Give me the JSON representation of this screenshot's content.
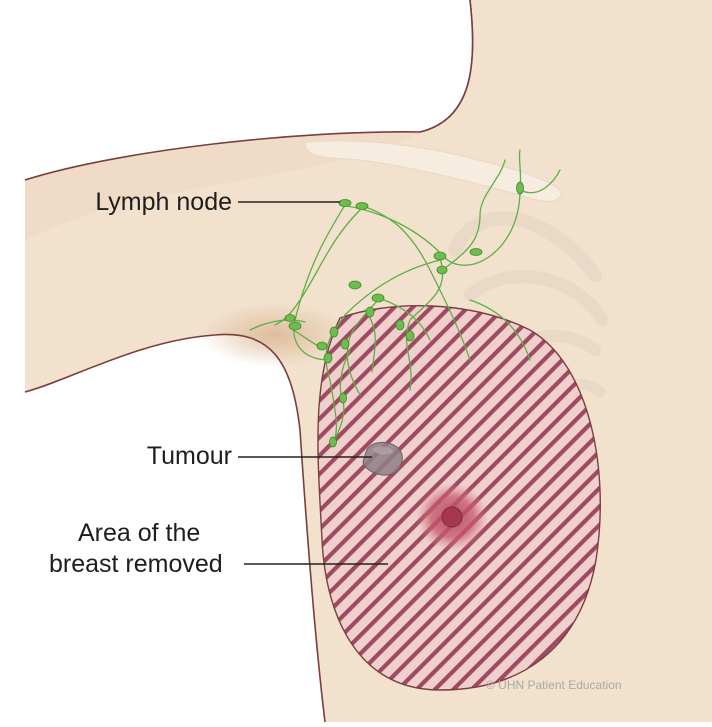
{
  "labels": {
    "lymph_node": "Lymph node",
    "tumour": "Tumour",
    "area_removed_line1": "Area of the",
    "area_removed_line2": "breast removed"
  },
  "credit": "© UHN Patient Education",
  "colors": {
    "skin": "#f2e1cd",
    "skin_shadow": "#e6ccb2",
    "outline": "#7a3e3e",
    "bone": "#f6ece0",
    "lymph": "#5fae46",
    "hatch": "#9e4a62",
    "tumour": "#8f7f85",
    "nipple": "#b84a5e"
  }
}
